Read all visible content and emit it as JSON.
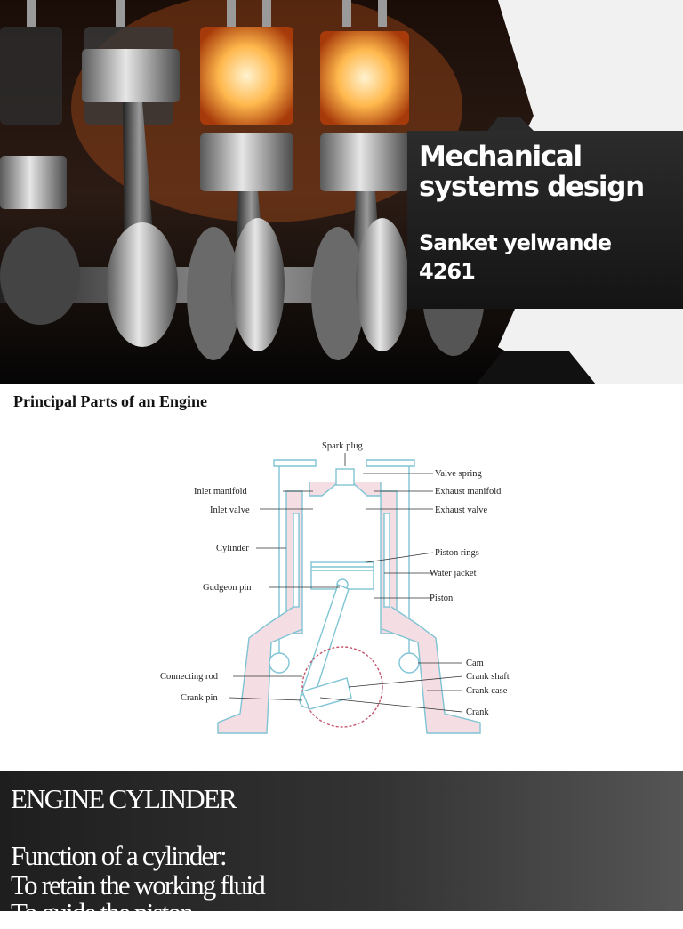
{
  "title_slide": {
    "title_line1": "Mechanical",
    "title_line2": "systems design",
    "author_name": "Sanket yelwande",
    "author_id": "4261"
  },
  "diagram_slide": {
    "heading": "Principal Parts of an Engine",
    "labels": {
      "spark_plug": "Spark plug",
      "valve_spring": "Valve spring",
      "inlet_manifold": "Inlet manifold",
      "exhaust_manifold": "Exhaust manifold",
      "inlet_valve": "Inlet valve",
      "exhaust_valve": "Exhaust valve",
      "cylinder": "Cylinder",
      "piston_rings": "Piston rings",
      "water_jacket": "Water jacket",
      "gudgeon_pin": "Gudgeon pin",
      "piston": "Piston",
      "cam": "Cam",
      "connecting_rod": "Connecting rod",
      "crank_shaft": "Crank shaft",
      "crank_pin": "Crank pin",
      "crank_case": "Crank case",
      "crank": "Crank"
    }
  },
  "text_slide": {
    "heading": "ENGINE CYLINDER",
    "line1": "Function of a cylinder:",
    "line2": "To retain the working fluid",
    "line3": "To guide the piston"
  },
  "colors": {
    "diagram_line": "#7fc4d4",
    "diagram_hatch": "#e9b3bf",
    "title_box": "#1c1c1c",
    "flame": "#ffb84d"
  }
}
